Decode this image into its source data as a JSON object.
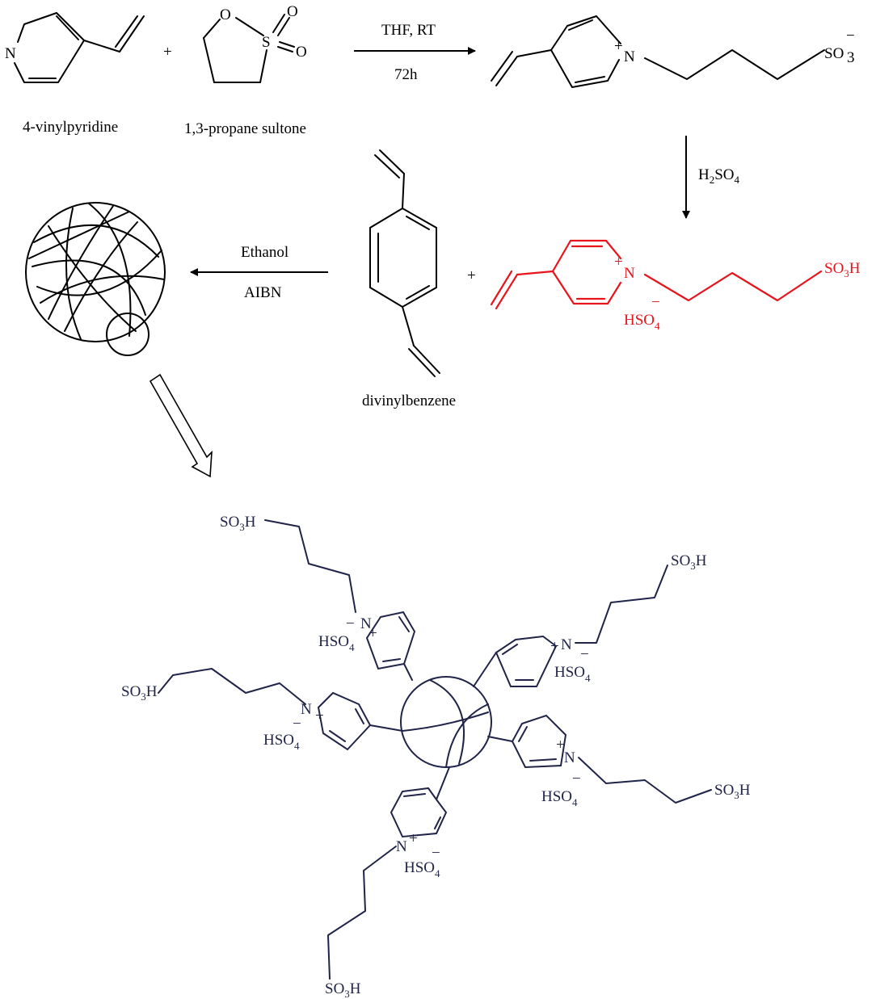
{
  "labels": {
    "vinylpyridine": "4-vinylpyridine",
    "propane_sultone": "1,3-propane sultone",
    "divinylbenzene": "divinylbenzene",
    "plus": "+"
  },
  "conditions": {
    "step1_top": "THF, RT",
    "step1_bottom": "72h",
    "step2": "H",
    "step2_sub1": "2",
    "step2_mid": "SO",
    "step2_sub2": "4",
    "step3_top": "Ethanol",
    "step3_bottom": "AIBN"
  },
  "atoms": {
    "N": "N",
    "O": "O",
    "S": "S",
    "plus": "+",
    "minus": "−",
    "SO": "SO",
    "sub3": "3",
    "H": "H",
    "HSO": "HSO",
    "sub4": "4",
    "SO3H": "SO3H"
  },
  "colors": {
    "reactant": "#000000",
    "intermediate": "#e8141c",
    "product": "#1f2448"
  }
}
